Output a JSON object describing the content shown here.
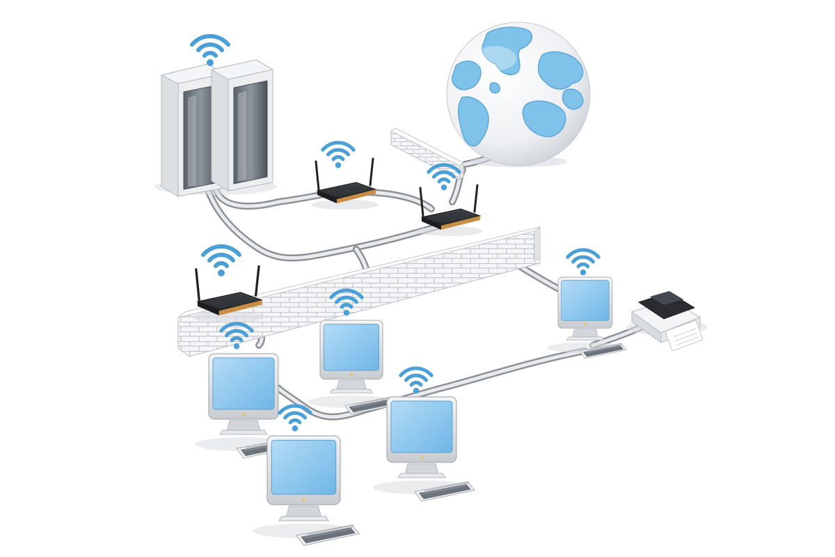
{
  "colors": {
    "background": "#ffffff",
    "signal": "#4a9fd6",
    "screen": "#8ec8ee",
    "ocean": "#f0f1f3",
    "continent": "#7fc2ea",
    "brick": "#f4f5f7",
    "brick_line": "#c7c9cd",
    "cable": "#8d9196",
    "cable_core": "#e9ebee",
    "device_body": "#e4e6e9",
    "router_body": "#2b2d30",
    "router_trim": "#c98e46",
    "server_glass": "#687079"
  },
  "nodes": [
    {
      "id": "server-rack",
      "kind": "server",
      "icon": "server-icon",
      "wifi": true
    },
    {
      "id": "globe",
      "kind": "internet",
      "icon": "globe-icon",
      "wifi": false
    },
    {
      "id": "firewall-small",
      "kind": "firewall",
      "icon": "brick-wall-icon",
      "wifi": false
    },
    {
      "id": "firewall-large",
      "kind": "firewall",
      "icon": "brick-wall-icon",
      "wifi": false
    },
    {
      "id": "router-center",
      "kind": "router",
      "icon": "router-icon",
      "wifi": true
    },
    {
      "id": "router-right",
      "kind": "router",
      "icon": "router-icon",
      "wifi": true
    },
    {
      "id": "router-left",
      "kind": "router",
      "icon": "router-icon",
      "wifi": true
    },
    {
      "id": "workstation-1",
      "kind": "computer",
      "icon": "monitor-icon",
      "wifi": true
    },
    {
      "id": "workstation-2",
      "kind": "computer",
      "icon": "monitor-icon",
      "wifi": true
    },
    {
      "id": "workstation-3",
      "kind": "computer",
      "icon": "monitor-icon",
      "wifi": true
    },
    {
      "id": "workstation-4",
      "kind": "computer",
      "icon": "monitor-icon",
      "wifi": true
    },
    {
      "id": "workstation-5",
      "kind": "computer",
      "icon": "monitor-icon",
      "wifi": true
    },
    {
      "id": "workstation-6",
      "kind": "computer",
      "icon": "monitor-icon",
      "wifi": true
    },
    {
      "id": "printer",
      "kind": "printer",
      "icon": "printer-icon",
      "wifi": false
    }
  ],
  "links": [
    [
      "server-rack",
      "router-center"
    ],
    [
      "router-center",
      "router-right"
    ],
    [
      "router-right",
      "firewall-small"
    ],
    [
      "firewall-small",
      "globe"
    ],
    [
      "server-rack",
      "router-right"
    ],
    [
      "router-right",
      "firewall-large"
    ],
    [
      "firewall-large",
      "workstation-5"
    ],
    [
      "workstation-5",
      "printer"
    ],
    [
      "workstation-5",
      "workstation-4"
    ],
    [
      "workstation-4",
      "workstation-1"
    ],
    [
      "workstation-1",
      "router-left"
    ]
  ]
}
